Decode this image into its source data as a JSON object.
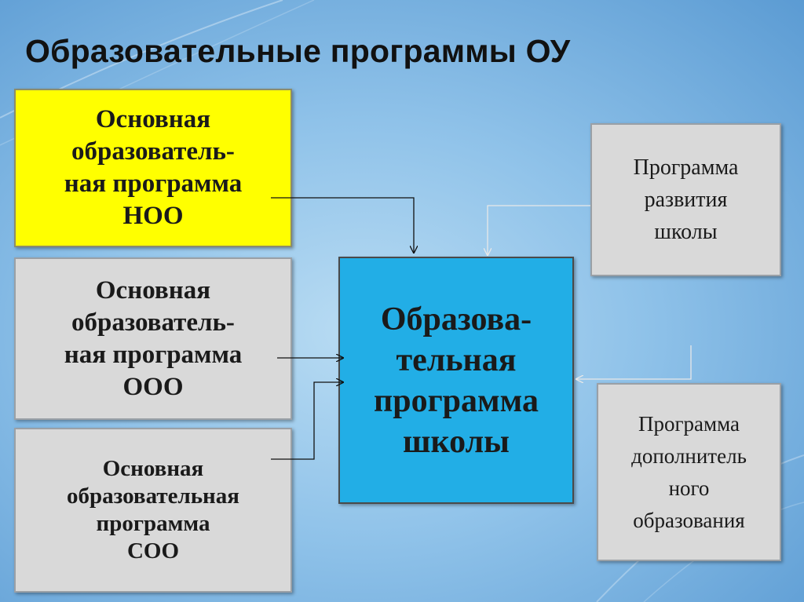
{
  "slide": {
    "title": "Образовательные программы  ОУ"
  },
  "boxes": {
    "noo": "Основная\nобразователь-\nная программа\nНОО",
    "ooo": "Основная\nобразователь-\nная программа\nООО",
    "soo": "Основная\nобразовательная\nпрограмма\nСОО",
    "school": "Образова-\nтельная\nпрограмма\nшколы",
    "development": "Программа\nразвития\nшколы",
    "additional": "Программа\nдополнитель\nного\nобразования"
  },
  "colors": {
    "yellow_box": "#ffff00",
    "gray_box": "#d9d9d9",
    "blue_box": "#22aee6"
  }
}
